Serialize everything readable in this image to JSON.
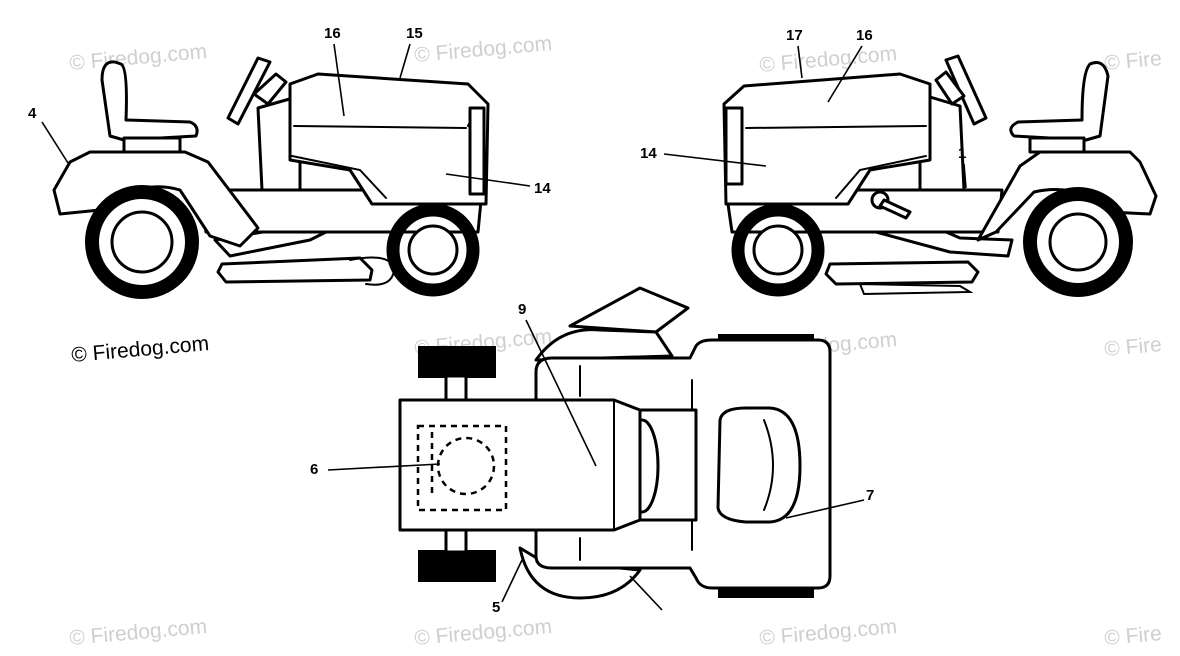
{
  "diagram": {
    "credit": "© Firedog.com",
    "watermark": "© Firedog.com",
    "watermark_partial": "© Fire",
    "callouts": {
      "left_seat_fender": "4",
      "left_hood": "16",
      "left_hood_top": "15",
      "left_hood_side": "14",
      "right_hood_top": "17",
      "right_hood": "16",
      "right_hood_side": "14",
      "right_dash": "1",
      "top_hood": "9",
      "top_engine": "6",
      "top_seat": "7",
      "top_deck": "5"
    }
  }
}
